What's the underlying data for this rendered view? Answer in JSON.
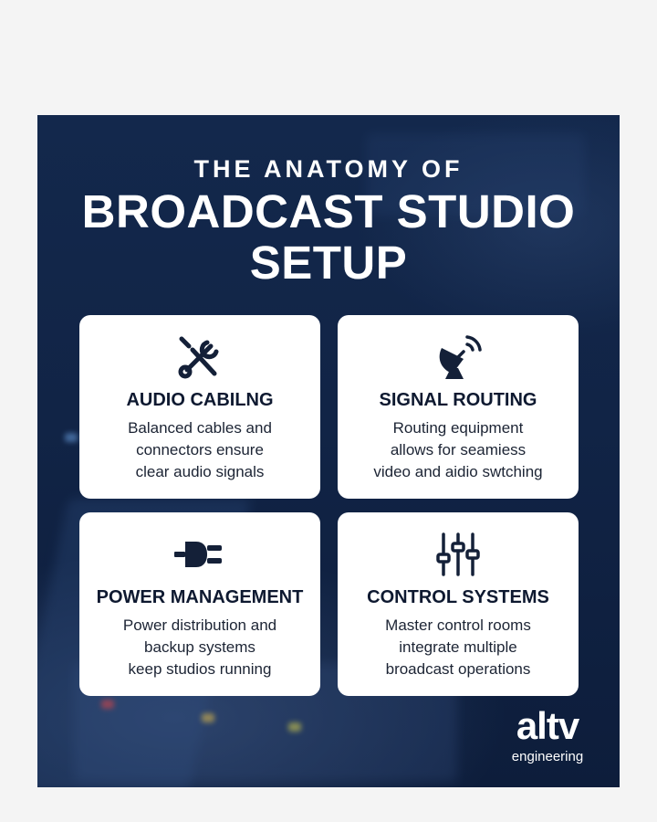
{
  "header": {
    "title_top": "THE ANATOMY OF",
    "title_main_line1": "BROADCAST STUDIO",
    "title_main_line2": "SETUP"
  },
  "cards": [
    {
      "icon": "tools-icon",
      "title": "AUDIO CABILNG",
      "lines": [
        "Balanced cables and",
        "connectors ensure",
        "clear audio signals"
      ]
    },
    {
      "icon": "satellite-dish-icon",
      "title": "SIGNAL ROUTING",
      "lines": [
        "Routing equipment",
        "allows for seamiess",
        "video and aidio swtching"
      ]
    },
    {
      "icon": "power-plug-icon",
      "title": "POWER MANAGEMENT",
      "lines": [
        "Power distribution and",
        "backup systems",
        "keep studios running"
      ]
    },
    {
      "icon": "sliders-icon",
      "title": "CONTROL SYSTEMS",
      "lines": [
        "Master control rooms",
        "integrate multiple",
        "broadcast operations"
      ]
    }
  ],
  "logo": {
    "name": "altv",
    "tagline": "engineering"
  },
  "colors": {
    "background": "#112446",
    "card": "#ffffff",
    "text_dark": "#0e1930",
    "icon": "#142038"
  }
}
